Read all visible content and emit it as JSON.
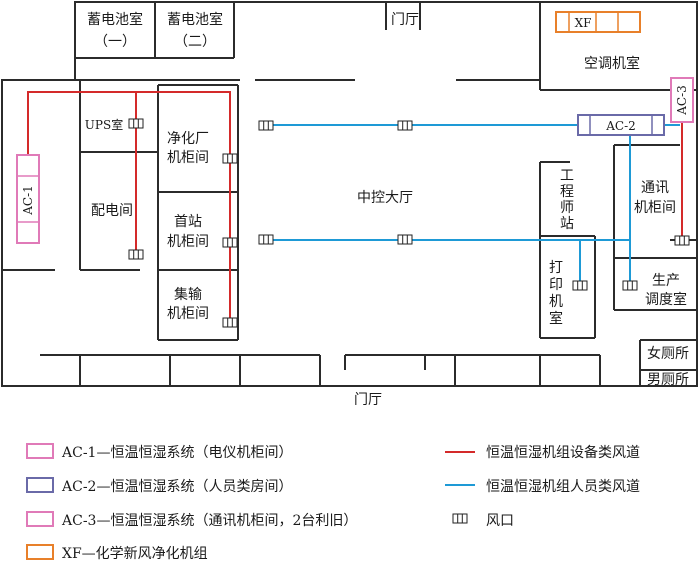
{
  "colors": {
    "wall": "#2b2b2b",
    "equip_duct": "#d42a2a",
    "people_duct": "#1e9ad6",
    "ac1": "#e07ab8",
    "ac2": "#6a6aa8",
    "ac3": "#e07ab8",
    "xf": "#e8802a"
  },
  "rooms": {
    "battery1": [
      "蓄电池室",
      "（一）"
    ],
    "battery2": [
      "蓄电池室",
      "（二）"
    ],
    "entrance_top": "门厅",
    "ac_room": "空调机室",
    "ups": "UPS室",
    "power": "配电间",
    "purify": [
      "净化厂",
      "机柜间"
    ],
    "head_station": [
      "首站",
      "机柜间"
    ],
    "gathering": [
      "集输",
      "机柜间"
    ],
    "control_hall": "中控大厅",
    "engineer": [
      "工",
      "程",
      "师",
      "站"
    ],
    "print": [
      "打",
      "印",
      "机",
      "室"
    ],
    "comm": [
      "通讯",
      "机柜间"
    ],
    "production": [
      "生产",
      "调度室"
    ],
    "female_wc": "女厕所",
    "male_wc": "男厕所",
    "entrance_bottom": "门厅"
  },
  "units": {
    "ac1": "AC-1",
    "ac2": "AC-2",
    "ac3": "AC-3",
    "xf": "XF"
  },
  "legend": [
    {
      "key": "ac1",
      "label": "AC-1—恒温恒湿系统（电仪机柜间）"
    },
    {
      "key": "ac2",
      "label": "AC-2—恒温恒湿系统（人员类房间）"
    },
    {
      "key": "ac3",
      "label": "AC-3—恒温恒湿系统（通讯机柜间，2台利旧）"
    },
    {
      "key": "xf",
      "label": "XF—化学新风净化机组"
    },
    {
      "key": "equip_duct",
      "label": "恒温恒湿机组设备类风道"
    },
    {
      "key": "people_duct",
      "label": "恒温恒湿机组人员类风道"
    },
    {
      "key": "vent",
      "label": "风口"
    }
  ]
}
